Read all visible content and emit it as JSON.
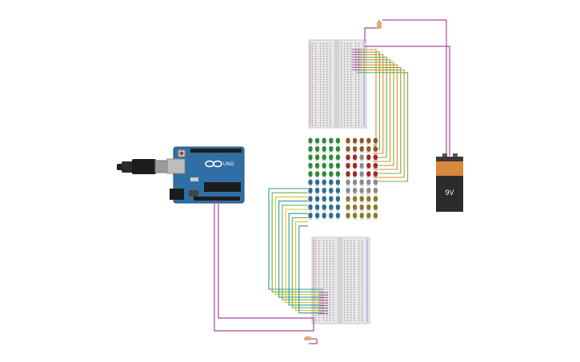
{
  "arduino": {
    "brand": "UNO",
    "logo": "infinity-logo",
    "board_color": "#2f6fa6"
  },
  "battery": {
    "label": "9V",
    "top_color": "#d9893b",
    "body_color": "#2b2b2b"
  },
  "led_matrix": {
    "rows": 10,
    "columns": 10,
    "column_colors": [
      "#2e8b3d",
      "#2e8b3d",
      "#2e8b3d",
      "#2e8b3d",
      "#2e8b3d",
      "#8a5a2b",
      "#8a5a2b",
      "#8a5a2b",
      "#8a5a2b",
      "#8a5a2b"
    ]
  },
  "wire_colors": {
    "power": "#a8479c",
    "orange": "#e08a2a",
    "green": "#6bb34a",
    "teal": "#2a9a9a",
    "yellow": "#d6c42a"
  }
}
